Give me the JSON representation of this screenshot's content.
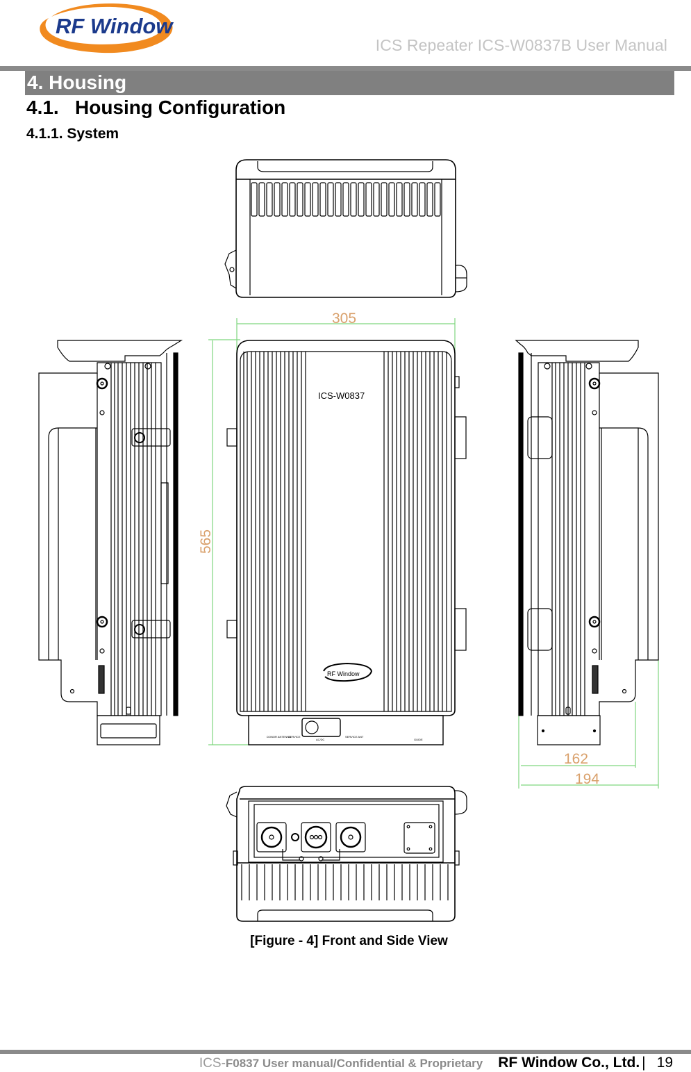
{
  "header": {
    "logo_text": "RF Window",
    "document_title": "ICS Repeater ICS-W0837B User Manual"
  },
  "chapter": {
    "title": "4. Housing"
  },
  "section": {
    "number": "4.1.",
    "title": "Housing Configuration"
  },
  "subsection": {
    "title": "4.1.1. System"
  },
  "figure": {
    "front_label": "ICS-W0837",
    "front_logo": "RF Window",
    "dimensions": {
      "width": "305",
      "height": "565",
      "depth_inner": "162",
      "depth_outer": "194"
    },
    "colors": {
      "dimension_line": "#7fd67f",
      "dimension_text": "#d9a06b",
      "drawing_line": "#000000"
    },
    "caption": "[Figure - 4] Front and Side View"
  },
  "footer": {
    "prefix": "ICS-",
    "doc_text": "F0837 User manual/Confidential & Proprietary",
    "company": "RF Window Co., Ltd.",
    "separator": "|",
    "page_number": "19"
  }
}
